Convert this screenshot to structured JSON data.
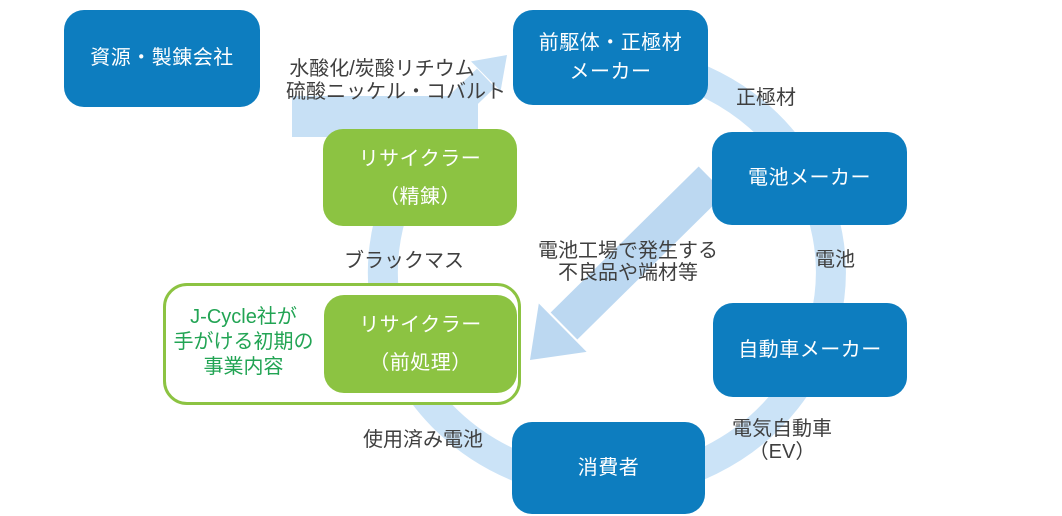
{
  "diagram": {
    "nodes": {
      "resource_company": {
        "label": "資源・製錬会社"
      },
      "precursor_maker": {
        "line1": "前駆体・正極材",
        "line2": "メーカー"
      },
      "battery_maker": {
        "label": "電池メーカー"
      },
      "auto_maker": {
        "label": "自動車メーカー"
      },
      "consumer": {
        "label": "消費者"
      },
      "recycler_refining": {
        "line1": "リサイクラー",
        "line2": "（精錬）"
      },
      "recycler_pretreatment": {
        "line1": "リサイクラー",
        "line2": "（前処理）"
      },
      "jcycle_annotation": {
        "line1": "J-Cycle社が",
        "line2": "手がける初期の",
        "line3": "事業内容"
      }
    },
    "flow_labels": {
      "refined_materials": {
        "line1": "水酸化/炭酸リチウム",
        "line2": "硫酸ニッケル・コバルト"
      },
      "cathode_material": "正極材",
      "battery": "電池",
      "ev": {
        "line1": "電気自動車",
        "line2": "（EV）"
      },
      "used_battery": "使用済み電池",
      "black_mass": "ブラックマス",
      "factory_scrap": {
        "line1": "電池工場で発生する",
        "line2": "不良品や端材等"
      }
    },
    "colors": {
      "node_blue": "#0D7DBF",
      "node_green": "#8CC342",
      "annotation_green": "#22A454",
      "cycle_light_blue": "#CBE3F7",
      "band_light_blue": "#C7E0F5",
      "arrow_light_blue": "#BCD8F1",
      "label_gray": "#3F3F3F",
      "background": "#FFFFFF"
    }
  }
}
